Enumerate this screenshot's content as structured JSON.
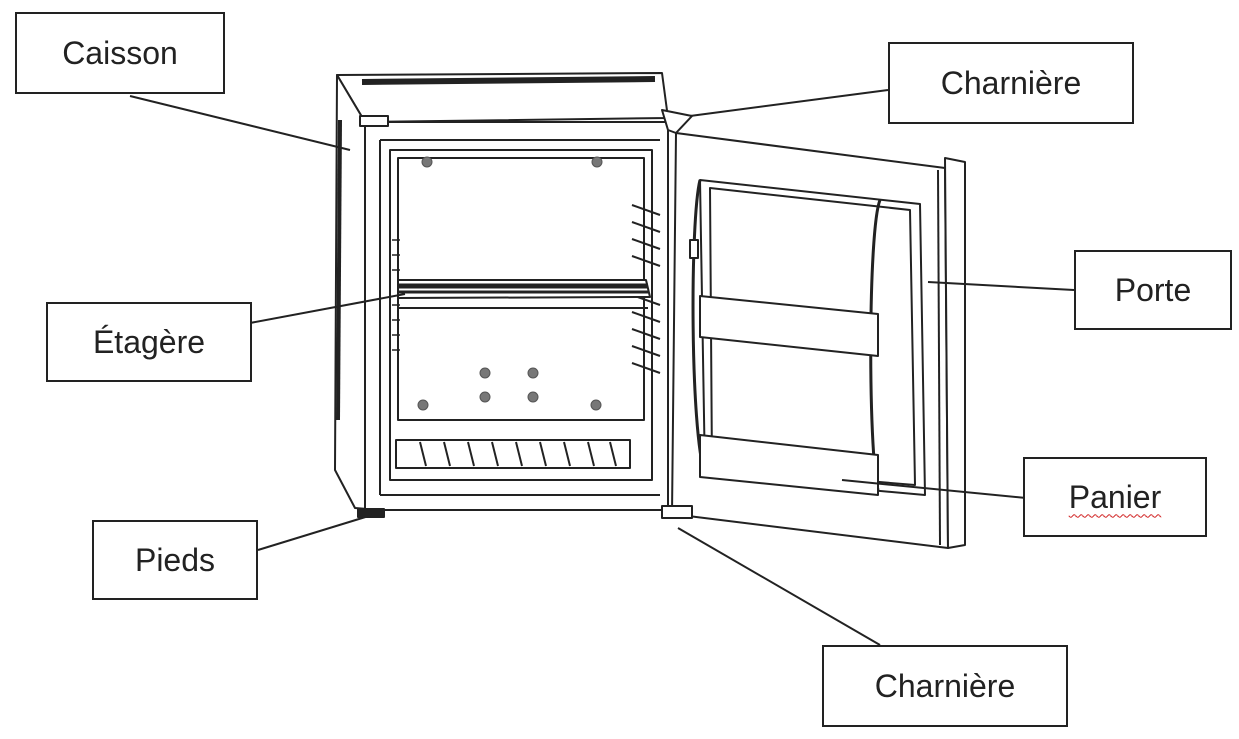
{
  "labels": {
    "caisson": "Caisson",
    "charniere_top": "Charnière",
    "porte": "Porte",
    "etagere": "Étagère",
    "panier": "Panier",
    "pieds": "Pieds",
    "charniere_bottom": "Charnière"
  },
  "colors": {
    "line": "#222222",
    "background": "#ffffff",
    "spellcheck_underline": "#d02020"
  }
}
